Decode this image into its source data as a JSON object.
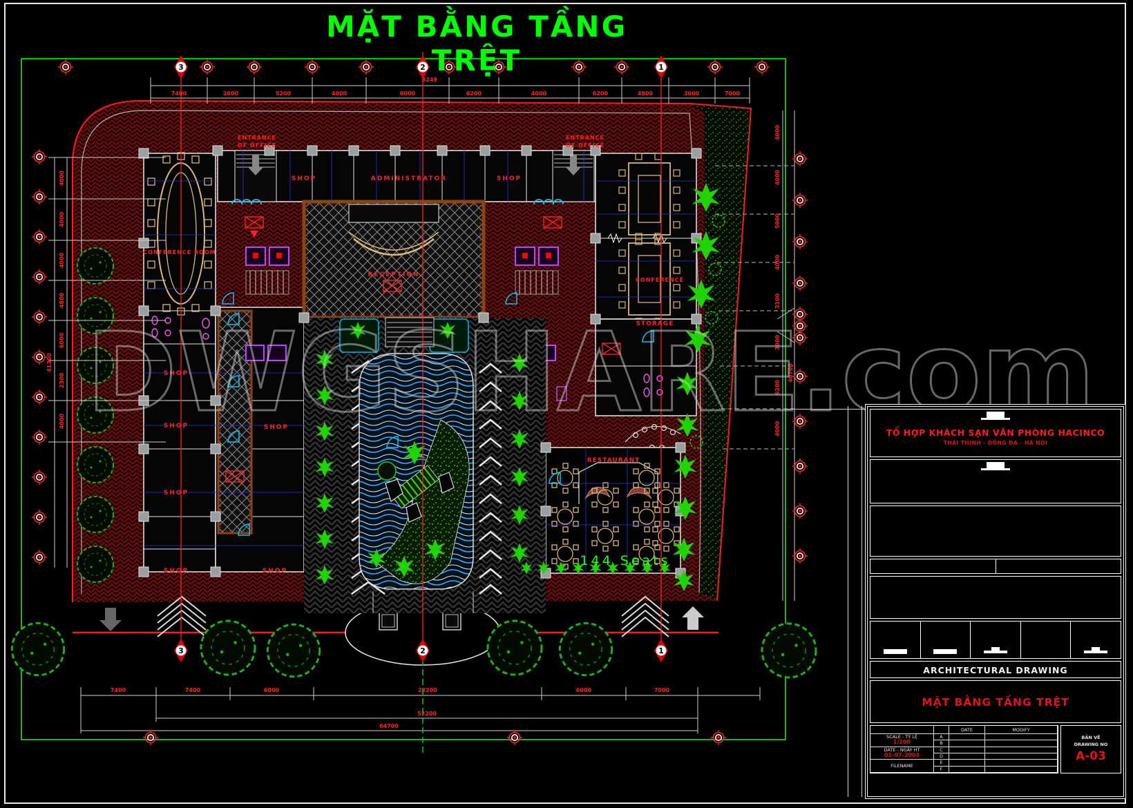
{
  "title": "MẶT BẰNG TẦNG TRỆT",
  "watermark": "DWGSHARE.com",
  "colors": {
    "accent_green": "#00ff00",
    "cad_red": "#ff2020",
    "site_hatch": "#6e0e0e",
    "wall_white": "#e8e8e8",
    "door_cyan": "#00c8ff",
    "core_purple": "#b444ff",
    "furniture_tan": "#dcb87a",
    "plant_green": "#1fd400"
  },
  "plan": {
    "labels": {
      "entrance_line1": "ENTRANCE",
      "entrance_line2": "OF OFFICE",
      "shop": "SHOP",
      "administrator": "ADMINISTRATOR",
      "conference_room": "CONFERENCE ROOM",
      "conference": "CONFERENCE",
      "reception": "RECEPTION",
      "restaurant": "RESTAURANT",
      "storage": "STORAGE",
      "seats": "144 Seats"
    },
    "grid": {
      "bubbles": [
        "3",
        "2",
        "1"
      ]
    }
  },
  "dimensions": {
    "top": [
      "7400",
      "2600",
      "5200",
      "4000",
      "6000",
      "6200",
      "4000",
      "6200",
      "4800",
      "3000",
      "7000"
    ],
    "top_note": "8249",
    "bottom": [
      "7400",
      "7400",
      "6000",
      "22200",
      "6000",
      "7000"
    ],
    "bottom_total": "52200",
    "bottom_overall": "64700",
    "left": [
      "4000",
      "4000",
      "4000",
      "4800",
      "6000",
      "2300",
      "4000"
    ],
    "left_total": "41300",
    "right": [
      "4000",
      "4000",
      "5000",
      "4000",
      "3100",
      "3000",
      "6200",
      "4000"
    ],
    "right_total": "40700"
  },
  "title_block": {
    "project_title": "TỔ HỢP KHÁCH SẠN VĂN PHÒNG HACINCO",
    "project_location": "THÁI THỊNH - ĐỐNG ĐA - HÀ NỘI",
    "drawing_type": "ARCHITECTURAL DRAWING",
    "drawing_title": "MẶT BẰNG TẦNG TRỆT",
    "scale_label": "SCALE - TỶ LỆ",
    "scale_value": "1/200",
    "date_label": "DATE - NGÀY HT",
    "date_value": "01-07-2003",
    "filename_label": "FILENAME",
    "rev_col_date": "DATE",
    "rev_col_modify": "MODIFY",
    "rev_rows": [
      "A",
      "B",
      "C",
      "D",
      "E",
      "F"
    ],
    "drawing_no_label_vn": "BẢN VẼ",
    "drawing_no_label_en": "DRAWING NO",
    "drawing_no": "A-03"
  }
}
